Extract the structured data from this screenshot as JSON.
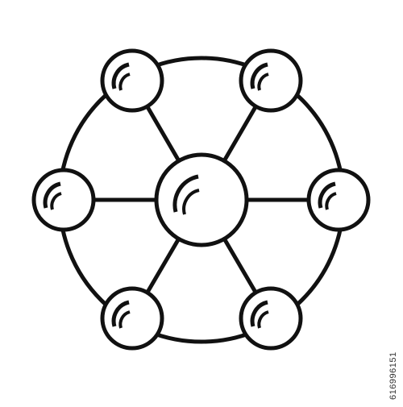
{
  "icon": {
    "name": "network-hub-icon",
    "stroke_color": "#111111",
    "fill_color": "#ffffff",
    "hub_count": 1,
    "satellite_count": 6
  },
  "background_color": "#ffffff",
  "stock_id": "616996151"
}
